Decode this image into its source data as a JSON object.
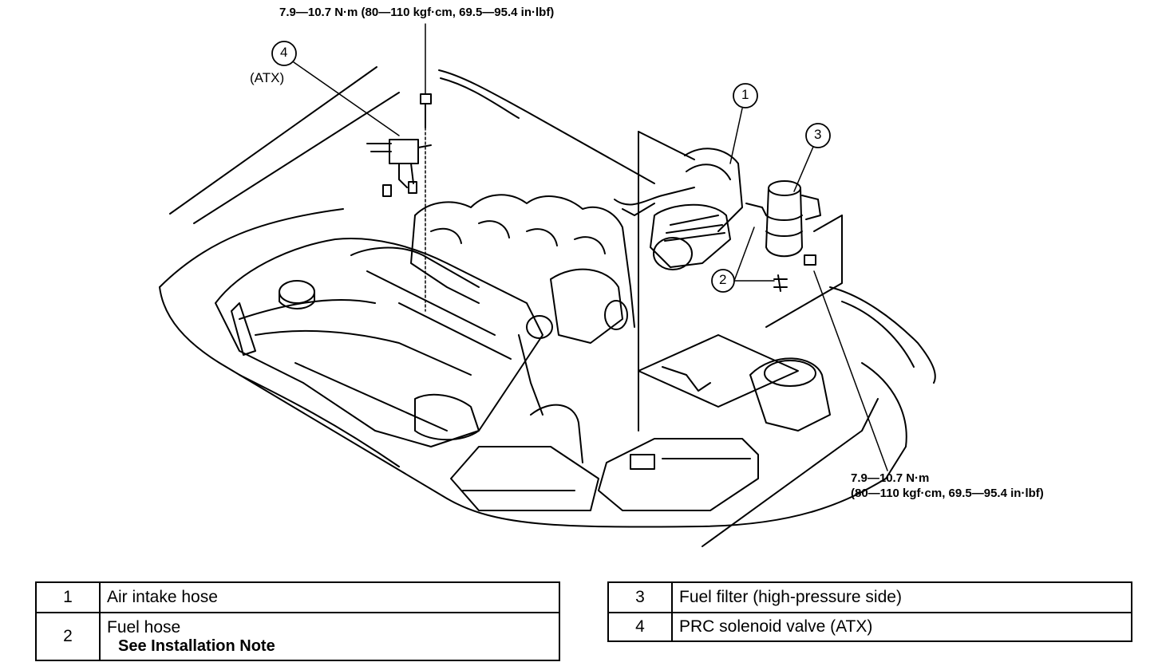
{
  "torque_specs": {
    "top": "7.9—10.7 N·m (80—110 kgf·cm, 69.5—95.4 in·lbf)",
    "right_line1": "7.9—10.7 N·m",
    "right_line2": "(80—110 kgf·cm, 69.5—95.4 in·lbf)"
  },
  "callouts": [
    {
      "number": "1"
    },
    {
      "number": "2"
    },
    {
      "number": "3"
    },
    {
      "number": "4",
      "qualifier": "(ATX)"
    }
  ],
  "legend_left": [
    {
      "number": "1",
      "name": "Air intake hose",
      "note": ""
    },
    {
      "number": "2",
      "name": "Fuel hose",
      "note": "See Installation Note"
    }
  ],
  "legend_right": [
    {
      "number": "3",
      "name": "Fuel filter (high-pressure side)"
    },
    {
      "number": "4",
      "name": "PRC solenoid valve (ATX)"
    }
  ]
}
